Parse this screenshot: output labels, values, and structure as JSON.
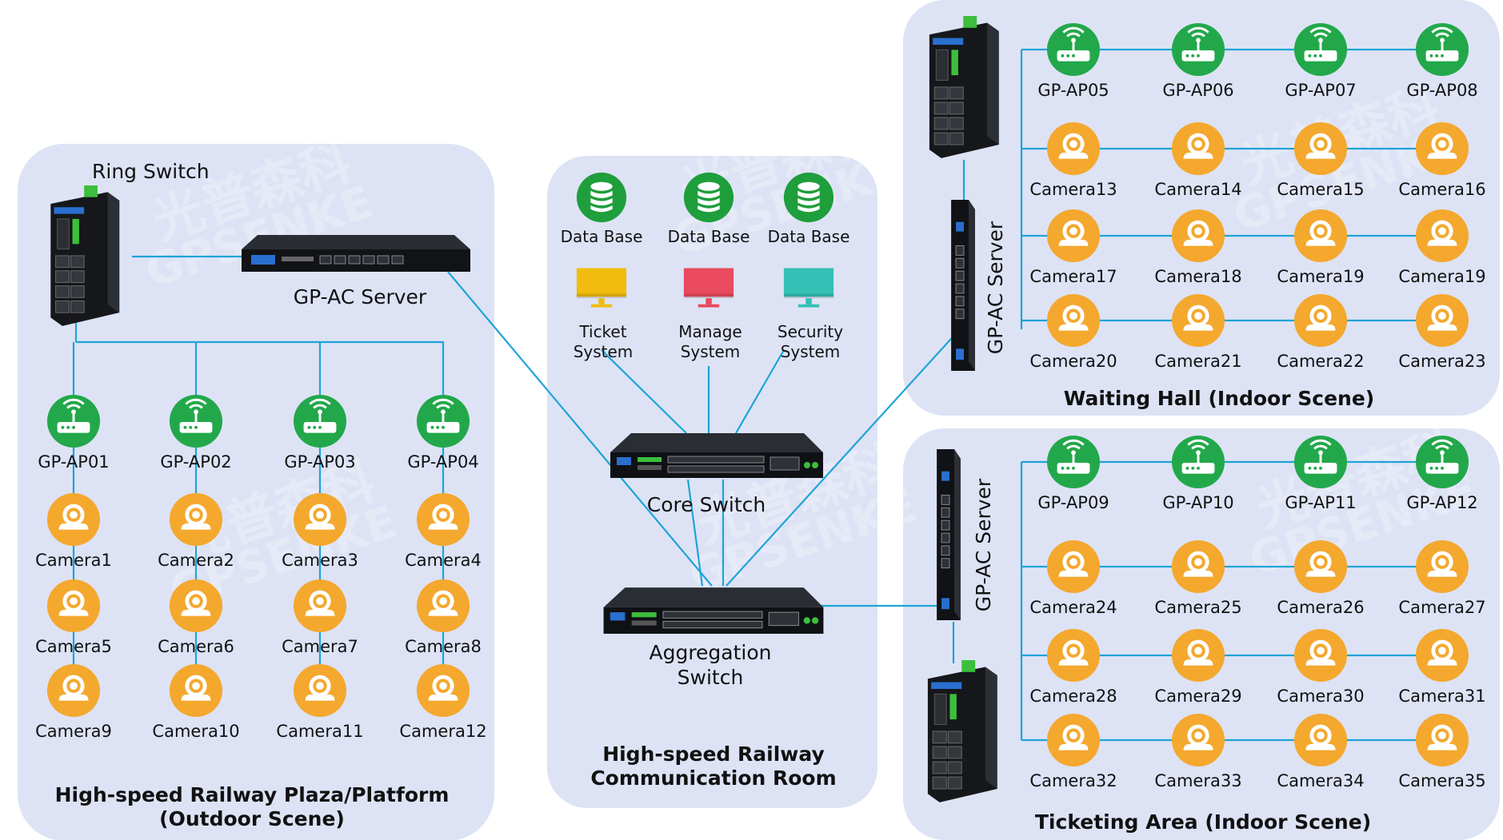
{
  "colors": {
    "panel": "#dde3f5",
    "link": "#1ea4d8",
    "ap": "#22a84a",
    "camera": "#f4a82e",
    "db": "#1f9e3c",
    "ticket": "#f2bb0f",
    "manage": "#e94a5e",
    "security": "#35c0b5",
    "device": "#1d1f24"
  },
  "watermark": {
    "cn": "光普森科",
    "en": "GPSENKE"
  },
  "zones": {
    "plaza": {
      "title_1": "High-speed Railway Plaza/Platform",
      "title_2": "(Outdoor Scene)"
    },
    "room": {
      "title_1": "High-speed Railway",
      "title_2": "Communication Room"
    },
    "waiting": {
      "title": "Waiting Hall (Indoor Scene)"
    },
    "ticketing": {
      "title": "Ticketing Area  (Indoor Scene)"
    }
  },
  "devices": {
    "ring_switch": "Ring Switch",
    "ac_server_plaza": "GP-AC Server",
    "core_switch": "Core Switch",
    "aggregation_switch_1": "Aggregation",
    "aggregation_switch_2": "Switch",
    "ac_server_waiting": "GP-AC Server",
    "ac_server_ticketing": "GP-AC Server"
  },
  "room_items": {
    "databases": [
      "Data Base",
      "Data Base",
      "Data Base"
    ],
    "systems": [
      {
        "line1": "Ticket",
        "line2": "System",
        "icon": "ticket-monitor-icon"
      },
      {
        "line1": "Manage",
        "line2": "System",
        "icon": "manage-monitor-icon"
      },
      {
        "line1": "Security",
        "line2": "System",
        "icon": "security-monitor-icon"
      }
    ]
  },
  "plaza_grid": [
    [
      "GP-AP01",
      "GP-AP02",
      "GP-AP03",
      "GP-AP04"
    ],
    [
      "Camera1",
      "Camera2",
      "Camera3",
      "Camera4"
    ],
    [
      "Camera5",
      "Camera6",
      "Camera7",
      "Camera8"
    ],
    [
      "Camera9",
      "Camera10",
      "Camera11",
      "Camera12"
    ]
  ],
  "waiting_grid": [
    [
      "GP-AP05",
      "GP-AP06",
      "GP-AP07",
      "GP-AP08"
    ],
    [
      "Camera13",
      "Camera14",
      "Camera15",
      "Camera16"
    ],
    [
      "Camera17",
      "Camera18",
      "Camera19",
      "Camera19"
    ],
    [
      "Camera20",
      "Camera21",
      "Camera22",
      "Camera23"
    ]
  ],
  "ticketing_grid": [
    [
      "GP-AP09",
      "GP-AP10",
      "GP-AP11",
      "GP-AP12"
    ],
    [
      "Camera24",
      "Camera25",
      "Camera26",
      "Camera27"
    ],
    [
      "Camera28",
      "Camera29",
      "Camera30",
      "Camera31"
    ],
    [
      "Camera32",
      "Camera33",
      "Camera34",
      "Camera35"
    ]
  ]
}
